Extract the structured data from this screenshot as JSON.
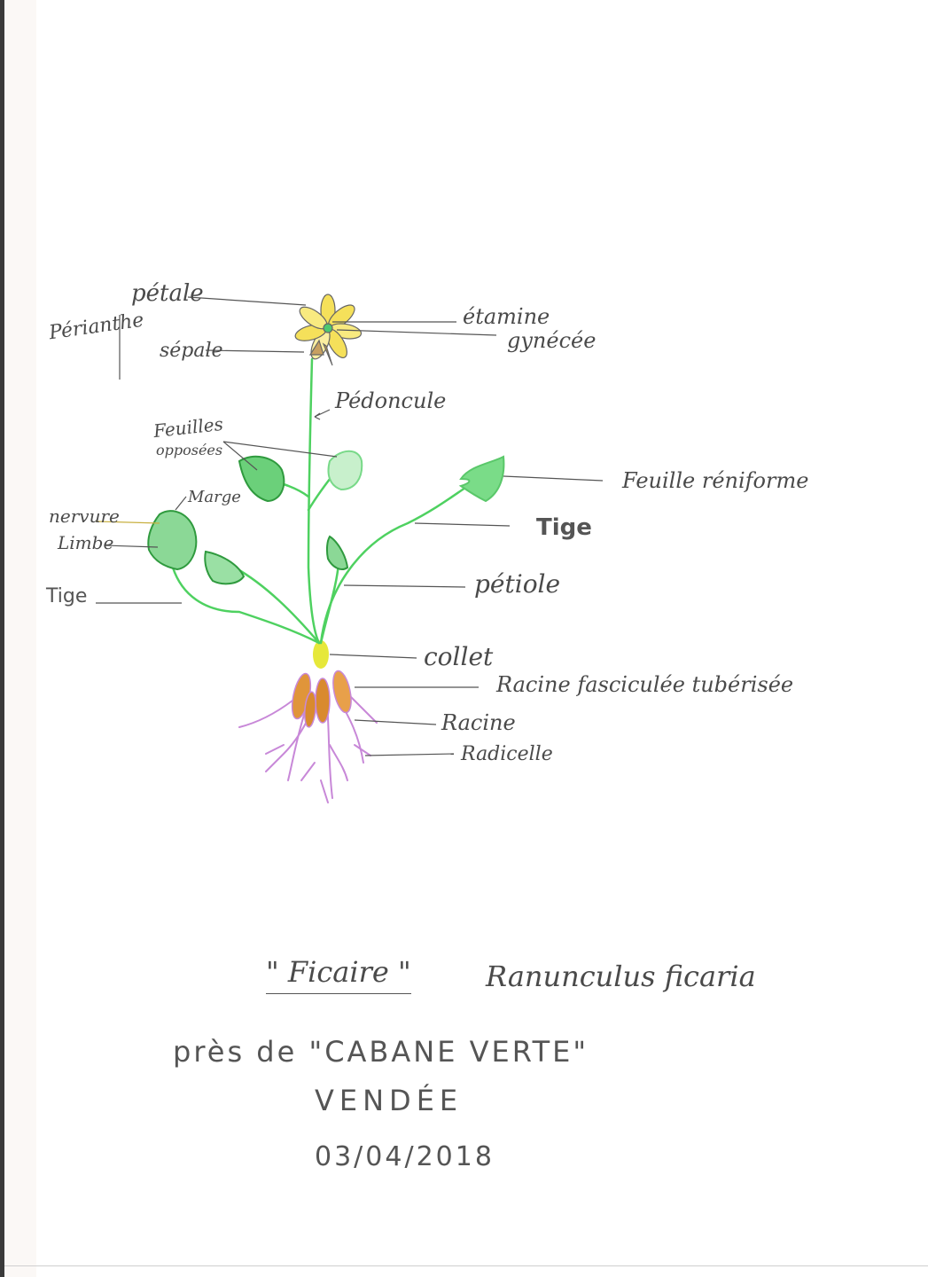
{
  "diagram": {
    "title": "Ficaire",
    "title_quoted": "\" Ficaire \"",
    "scientific_name": "Ranunculus ficaria",
    "location_line1": "près de \"CABANE VERTE\"",
    "location_line2": "VENDÉE",
    "date": "03/04/2018",
    "colors": {
      "petal": "#f5e05a",
      "stem": "#4ed160",
      "leaf": "#55c865",
      "leaf_dark": "#2f9a3e",
      "tuber": "#d98a2e",
      "root": "#c888d8",
      "collar": "#e6e83a",
      "ink": "#555555"
    },
    "labels": {
      "perianthe": "Périanthe",
      "petale": "pétale",
      "sepale": "sépale",
      "etamine": "étamine",
      "gynecee": "gynécée",
      "pedoncule": "Pédoncule",
      "feuilles_opposees_1": "Feuilles",
      "feuilles_opposees_2": "opposées",
      "marge": "Marge",
      "nervure": "nervure",
      "limbe": "Limbe",
      "tige_left": "Tige",
      "feuille_reniforme": "Feuille réniforme",
      "tige_right": "Tige",
      "petiole": "pétiole",
      "collet": "collet",
      "racine_fasciculee": "Racine fasciculée tubérisée",
      "racine": "Racine",
      "radicelle": "Radicelle"
    }
  }
}
